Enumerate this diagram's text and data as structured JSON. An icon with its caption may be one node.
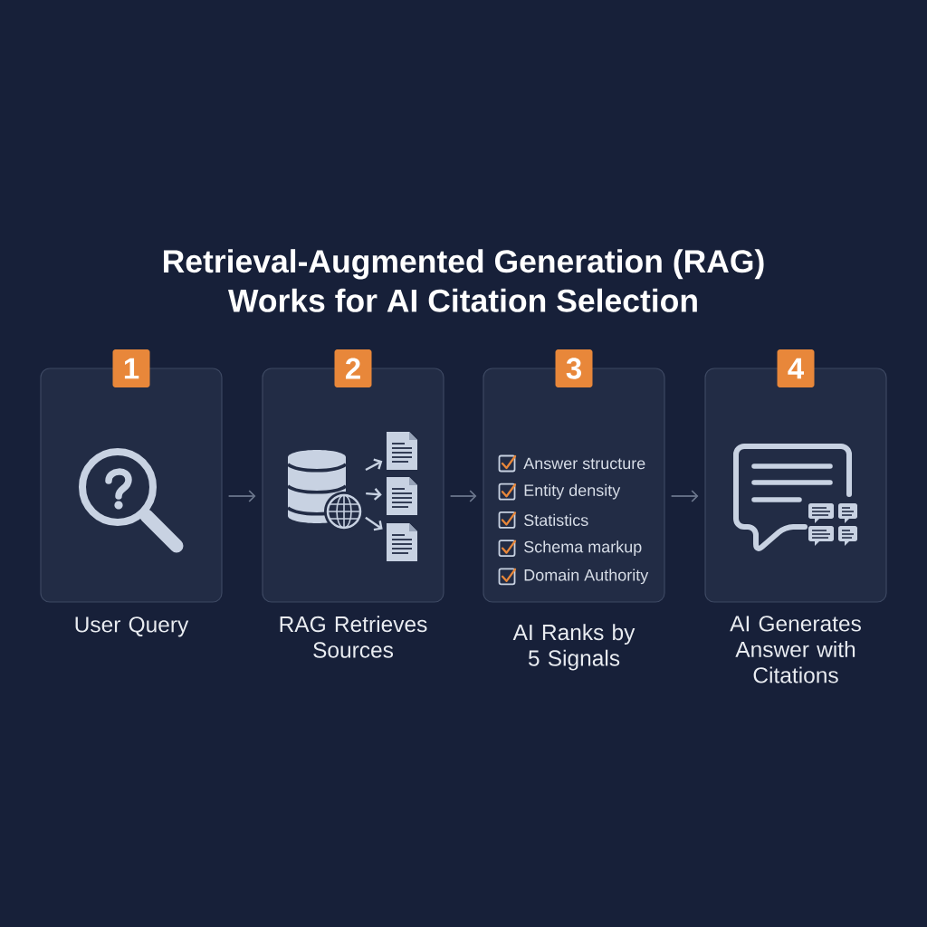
{
  "diagram": {
    "title": "Retrieval-Augmented Generation (RAG) Works for AI Citation Selection",
    "nodes": [
      {
        "text": [
          "1"
        ]
      },
      {
        "text": [],
        "shape": "box",
        "beside": [
          "User Query"
        ]
      },
      {
        "text": [
          "2"
        ]
      },
      {
        "text": [],
        "shape": "box",
        "beside": [
          "RAG Retrieves Sources"
        ]
      },
      {
        "text": [],
        "shape": "cylinder",
        "in": 3
      },
      {
        "text": [],
        "shape": "picture",
        "in": 3
      },
      {
        "text": [],
        "shape": "picture",
        "in": 3
      },
      {
        "text": [],
        "shape": "picture",
        "in": 3
      },
      {
        "text": [
          "3"
        ]
      },
      {
        "text": [
          "Answer structure",
          "Entity density",
          "Statistics",
          "Schema markup",
          "Domain Authority"
        ],
        "beside": [
          "AI Ranks by 5 Signals"
        ]
      },
      {
        "text": [
          "4"
        ]
      },
      {
        "text": [],
        "shape": "box",
        "beside": [
          "AI Generates Answer with Citations"
        ]
      }
    ],
    "edges": [
      {
        "from": 1,
        "to": 3,
        "arrow": "to"
      },
      {
        "from": 4,
        "to": 5,
        "arrow": "to",
        "color": "#c8d2e2"
      },
      {
        "from": 4,
        "to": 6,
        "arrow": "to",
        "color": "#c8d2e2"
      },
      {
        "from": 4,
        "to": 7,
        "arrow": "to",
        "color": "#c8d2e2"
      },
      {
        "from": 3,
        "to": 9,
        "arrow": "to"
      },
      {
        "from": 9,
        "to": 11,
        "arrow": "to"
      }
    ]
  }
}
